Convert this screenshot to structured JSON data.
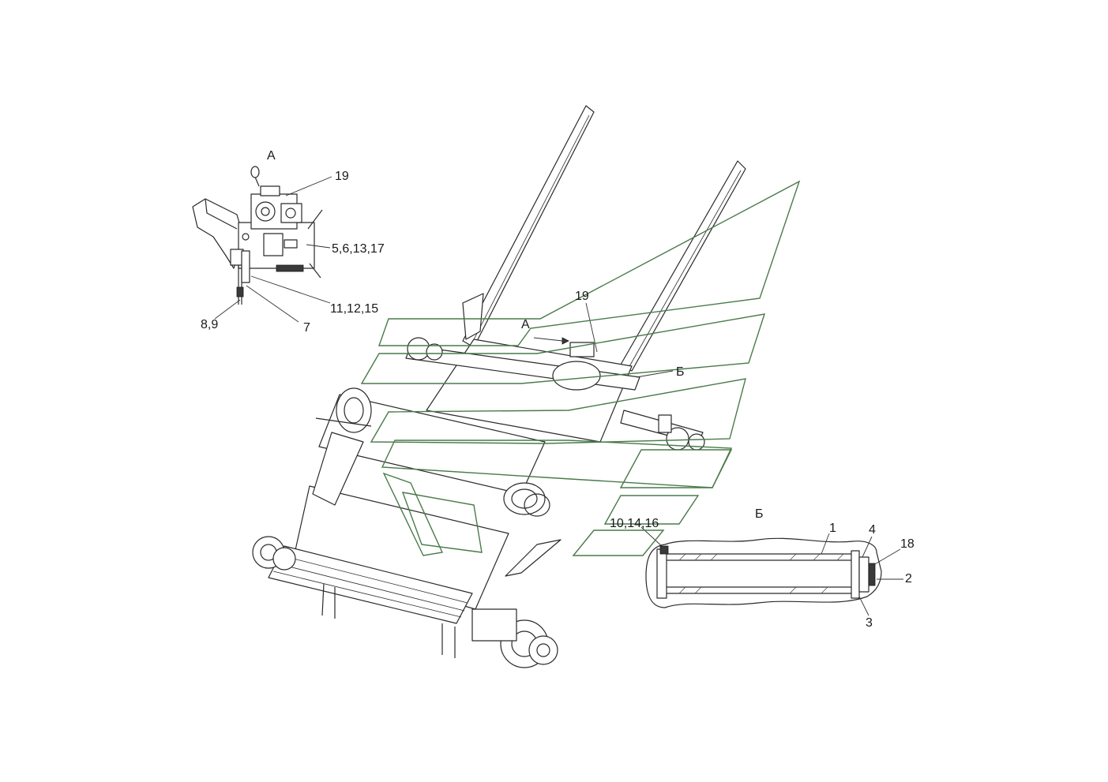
{
  "labels": {
    "view_a_title": "А",
    "view_a_19": "19",
    "view_a_5_6_13_17": "5,6,13,17",
    "view_a_11_12_15": "11,12,15",
    "view_a_8_9": "8,9",
    "view_a_7": "7",
    "main_19": "19",
    "main_a": "А",
    "main_b": "Б",
    "main_10_14_16": "10,14,16",
    "view_b_title": "Б",
    "view_b_1": "1",
    "view_b_4": "4",
    "view_b_18": "18",
    "view_b_2": "2",
    "view_b_3": "3"
  }
}
